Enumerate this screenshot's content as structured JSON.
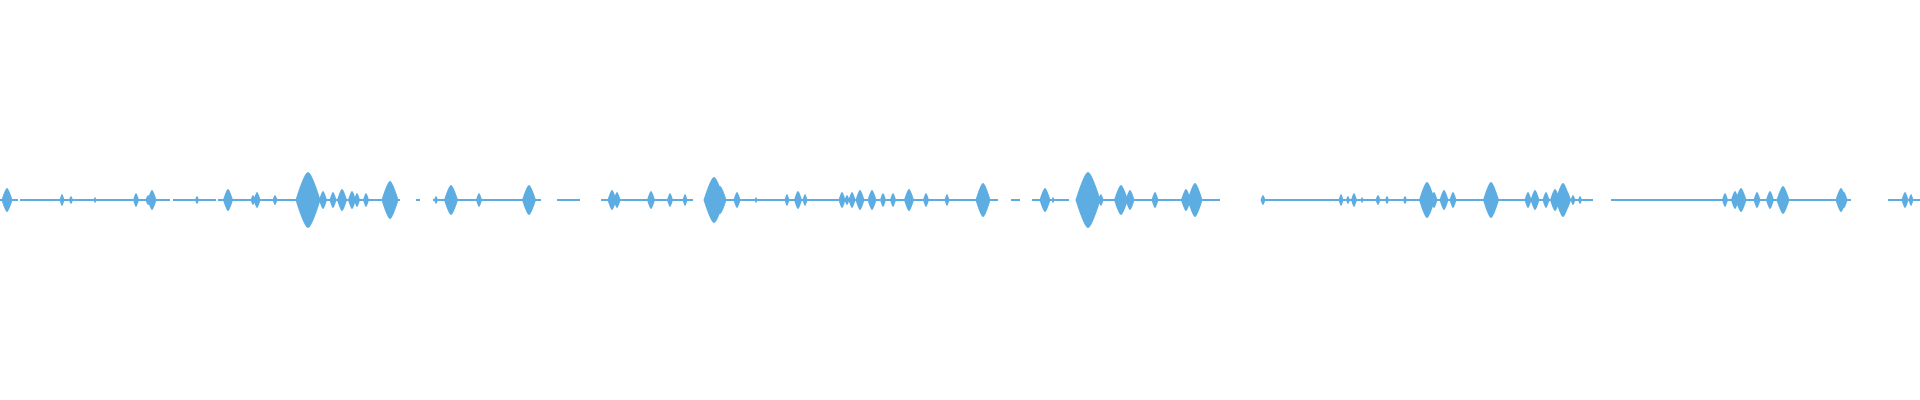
{
  "waveform": {
    "color": "#5dade2",
    "background": "#ffffff",
    "segments": [
      [
        0,
        18
      ],
      [
        20,
        133
      ],
      [
        137,
        170
      ],
      [
        173,
        216
      ],
      [
        218,
        320
      ],
      [
        324,
        400
      ],
      [
        416,
        420
      ],
      [
        433,
        541
      ],
      [
        557,
        580
      ],
      [
        601,
        693
      ],
      [
        710,
        880
      ],
      [
        884,
        998
      ],
      [
        1011,
        1020
      ],
      [
        1032,
        1069
      ],
      [
        1087,
        1220
      ],
      [
        1262,
        1593
      ],
      [
        1611,
        1851
      ],
      [
        1888,
        1920
      ]
    ],
    "bursts": [
      [
        7,
        12
      ],
      [
        62,
        6
      ],
      [
        71,
        4
      ],
      [
        95,
        3
      ],
      [
        136,
        7
      ],
      [
        148,
        5
      ],
      [
        152,
        10
      ],
      [
        197,
        4
      ],
      [
        226,
        6
      ],
      [
        228,
        11
      ],
      [
        253,
        5
      ],
      [
        257,
        8
      ],
      [
        275,
        5
      ],
      [
        302,
        5
      ],
      [
        304,
        17
      ],
      [
        308,
        28
      ],
      [
        312,
        16
      ],
      [
        323,
        9
      ],
      [
        333,
        8
      ],
      [
        342,
        11
      ],
      [
        352,
        9
      ],
      [
        357,
        7
      ],
      [
        366,
        7
      ],
      [
        390,
        19
      ],
      [
        436,
        4
      ],
      [
        451,
        15
      ],
      [
        479,
        7
      ],
      [
        529,
        15
      ],
      [
        612,
        10
      ],
      [
        617,
        8
      ],
      [
        651,
        9
      ],
      [
        670,
        7
      ],
      [
        685,
        6
      ],
      [
        714,
        23
      ],
      [
        720,
        14
      ],
      [
        737,
        8
      ],
      [
        756,
        3
      ],
      [
        787,
        6
      ],
      [
        798,
        9
      ],
      [
        805,
        6
      ],
      [
        842,
        8
      ],
      [
        847,
        5
      ],
      [
        852,
        8
      ],
      [
        860,
        10
      ],
      [
        872,
        10
      ],
      [
        883,
        7
      ],
      [
        893,
        7
      ],
      [
        909,
        11
      ],
      [
        926,
        7
      ],
      [
        947,
        6
      ],
      [
        983,
        17
      ],
      [
        1045,
        12
      ],
      [
        1053,
        3
      ],
      [
        1088,
        28
      ],
      [
        1092,
        14
      ],
      [
        1096,
        10
      ],
      [
        1101,
        6
      ],
      [
        1121,
        15
      ],
      [
        1130,
        10
      ],
      [
        1155,
        8
      ],
      [
        1186,
        11
      ],
      [
        1195,
        17
      ],
      [
        1196,
        8
      ],
      [
        1263,
        5
      ],
      [
        1341,
        6
      ],
      [
        1348,
        4
      ],
      [
        1354,
        7
      ],
      [
        1362,
        3
      ],
      [
        1378,
        5
      ],
      [
        1387,
        4
      ],
      [
        1405,
        4
      ],
      [
        1427,
        18
      ],
      [
        1434,
        8
      ],
      [
        1444,
        10
      ],
      [
        1453,
        8
      ],
      [
        1491,
        18
      ],
      [
        1528,
        8
      ],
      [
        1535,
        10
      ],
      [
        1546,
        8
      ],
      [
        1555,
        11
      ],
      [
        1563,
        17
      ],
      [
        1567,
        9
      ],
      [
        1573,
        5
      ],
      [
        1580,
        4
      ],
      [
        1725,
        7
      ],
      [
        1735,
        9
      ],
      [
        1741,
        12
      ],
      [
        1757,
        8
      ],
      [
        1770,
        9
      ],
      [
        1783,
        14
      ],
      [
        1841,
        12
      ],
      [
        1844,
        8
      ],
      [
        1905,
        8
      ],
      [
        1911,
        6
      ]
    ]
  }
}
